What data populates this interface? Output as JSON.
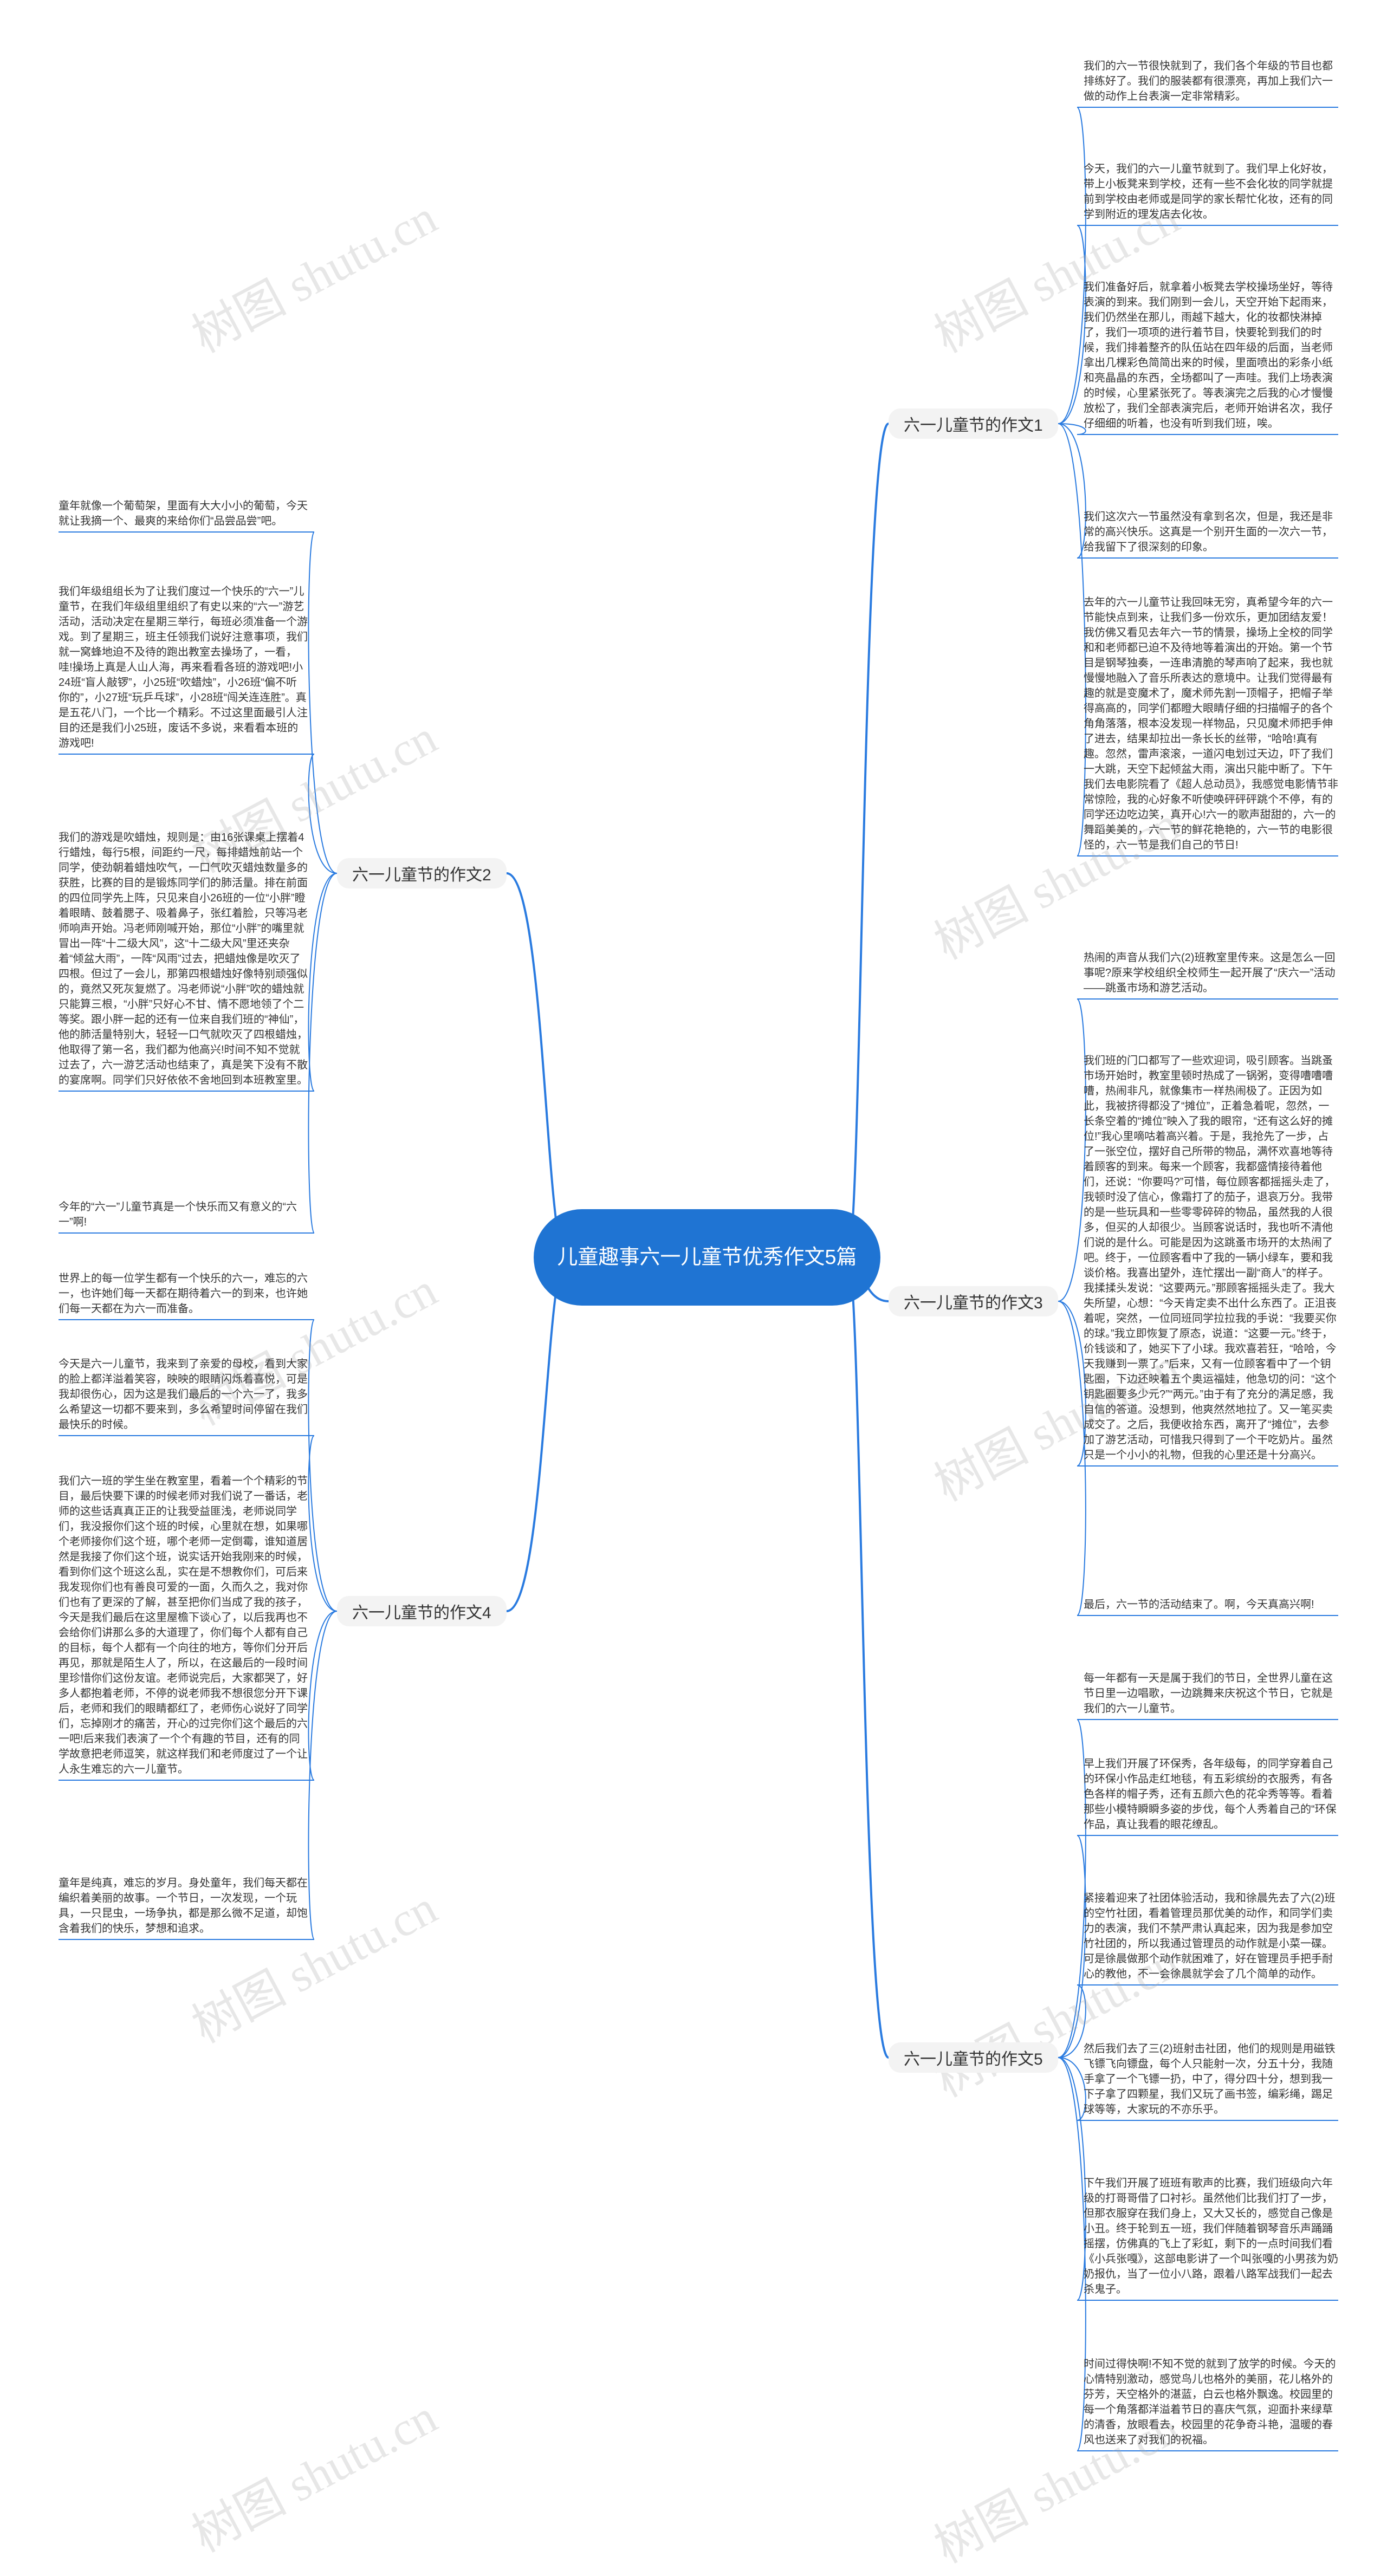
{
  "root": {
    "title": "儿童趣事六一儿童节优秀作文5篇"
  },
  "watermark": "树图 shutu.cn",
  "colors": {
    "root_bg": "#1f74d3",
    "edge": "#2a7be0",
    "branch_bg": "#f3f3f3"
  },
  "branches": [
    {
      "label": "六一儿童节的作文1",
      "leaves": [
        "我们的六一节很快就到了，我们各个年级的节目也都排练好了。我们的服装都有很漂亮，再加上我们六一做的动作上台表演一定非常精彩。",
        "今天，我们的六一儿童节就到了。我们早上化好妆，带上小板凳来到学校，还有一些不会化妆的同学就提前到学校由老师或是同学的家长帮忙化妆，还有的同学到附近的理发店去化妆。",
        "我们准备好后，就拿着小板凳去学校操场坐好，等待表演的到来。我们刚到一会儿，天空开始下起雨来，我们仍然坐在那儿，雨越下越大，化的妆都快淋掉了，我们一项项的进行着节目，快要轮到我们的时候，我们排着整齐的队伍站在四年级的后面，当老师拿出几棵彩色简简出来的时候，里面喷出的彩条小纸和亮晶晶的东西，全场都叫了一声哇。我们上场表演的时候，心里紧张死了。等表演完之后我的心才慢慢放松了，我们全部表演完后，老师开始讲名次，我仔仔细细的听着，也没有听到我们班，唉。",
        "我们这次六一节虽然没有拿到名次，但是，我还是非常的高兴快乐。这真是一个别开生面的一次六一节，给我留下了很深刻的印象。",
        "去年的六一儿童节让我回味无穷，真希望今年的六一节能快点到来，让我们多一份欢乐，更加团结友爱！我仿佛又看见去年六一节的情景，操场上全校的同学和和老师都已迫不及待地等着演出的开始。第一个节目是钢琴独奏，一连串清脆的琴声响了起来，我也就慢慢地融入了音乐所表达的意境中。让我们觉得最有趣的就是变魔术了，魔术师先割一顶帽子，把帽子举得高高的，同学们都瞪大眼睛仔细的扫描帽子的各个角角落落，根本没发现一样物品，只见魔术师把手伸了进去，结果却拉出一条长长的丝带，“哈哈!真有趣。忽然，雷声滚滚，一道闪电划过天边，吓了我们一大跳，天空下起倾盆大雨，演出只能中断了。下午我们去电影院看了《超人总动员》，我感觉电影情节非常惊险，我的心好象不听使唤砰砰砰跳个不停，有的同学还边吃边笑，真开心!六一的歌声甜甜的，六一的舞蹈美美的，六一节的鲜花艳艳的，六一节的电影很怪的，六一节是我们自己的节日!"
      ]
    },
    {
      "label": "六一儿童节的作文2",
      "leaves": [
        "童年就像一个葡萄架，里面有大大小小的葡萄，今天就让我摘一个、最爽的来给你们“品尝品尝”吧。",
        "我们年级组组长为了让我们度过一个快乐的“六一”儿童节，在我们年级组里组织了有史以来的“六一”游艺活动，活动决定在星期三举行，每班必须准备一个游戏。到了星期三，班主任领我们说好注意事项，我们就一窝蜂地迫不及待的跑出教室去操场了，一看，哇!操场上真是人山人海，再来看看各班的游戏吧!小24班“盲人敲锣”，小25班“吹蜡烛”，小26班“偏不听你的”，小27班“玩乒乓球”，小28班“闯关连连胜”。真是五花八门，一个比一个精彩。不过这里面最引人注目的还是我们小25班，废话不多说，来看看本班的游戏吧!",
        "我们的游戏是吹蜡烛，规则是：由16张课桌上摆着4行蜡烛，每行5根，间距约一尺，每排蜡烛前站一个同学，使劲朝着蜡烛吹气，一口气吹灭蜡烛数量多的获胜，比赛的目的是锻炼同学们的肺活量。排在前面的四位同学先上阵，只见来自小26班的一位“小胖”瞪着眼睛、鼓着腮子、吸着鼻子，张红着脸，只等冯老师响声开始。冯老师刚喊开始，那位“小胖”的嘴里就冒出一阵“十二级大风”，这“十二级大风”里还夹杂着“倾盆大雨”，一阵“风雨”过去，把蜡烛像是吹灭了四根。但过了一会儿，那第四根蜡烛好像特别顽强似的，竟然又死灰复燃了。冯老师说“小胖”吹的蜡烛就只能算三根，“小胖”只好心不甘、情不愿地领了个二等奖。跟小胖一起的还有一位来自我们班的“神仙”，他的肺活量特别大，轻轻一口气就吹灭了四根蜡烛，他取得了第一名，我们都为他高兴!时间不知不觉就过去了，六一游艺活动也结束了，真是笑下没有不散的宴席啊。同学们只好依依不舍地回到本班教室里。",
        "今年的“六一”儿童节真是一个快乐而又有意义的“六一”啊!"
      ]
    },
    {
      "label": "六一儿童节的作文3",
      "leaves": [
        "热闹的声音从我们六(2)班教室里传来。这是怎么一回事呢?原来学校组织全校师生一起开展了“庆六一”活动——跳蚤市场和游艺活动。",
        "我们班的门口都写了一些欢迎词，吸引顾客。当跳蚤市场开始时，教室里顿时热成了一锅粥，变得嘈嘈嘈嘈，热闹非凡，就像集市一样热闹极了。正因为如此，我被挤得都没了“摊位”，正着急着呢，忽然，一长条空着的“摊位”映入了我的眼帘，“还有这么好的摊位!”我心里嘀咕着高兴着。于是，我抢先了一步，占了一张空位，摆好自己所带的物品，满怀欢喜地等待着顾客的到来。每来一个顾客，我都盛情接待着他们，还说：“你要吗?”可惜，每位顾客都摇摇头走了，我顿时没了信心，像霜打了的茄子，退哀万分。我带的是一些玩具和一些零零碎碎的物品，虽然我的人很多，但买的人却很少。当顾客说话时，我也听不清他们说的是什么。可能是因为这跳蚤市场开的太热闹了吧。终于，一位顾客看中了我的一辆小绿车，要和我谈价格。我喜出望外，连忙摆出一副“商人”的样子。我揉揉头发说：“这要两元。”那顾客摇摇头走了。我大失所望，心想：“今天肯定卖不出什么东西了。正沮丧着呢，突然，一位同班同学拉拉我的手说：“我要买你的球。”我立即恢复了原态，说道：“这要一元。”终于，价钱谈和了，她买下了小球。我欢喜若狂，“哈哈，今天我赚到一票了。”后来，又有一位顾客看中了一个钥匙圈，下边还映着五个奥运福娃，他急切的问：“这个钥匙圈要多少元?”“两元。”由于有了充分的满足感，我自信的答道。没想到，他爽然然地拉了。又一笔买卖成交了。之后，我便收拾东西，离开了“摊位”，去参加了游艺活动，可惜我只得到了一个干吃奶片。虽然只是一个小小的礼物，但我的心里还是十分高兴。",
        "最后，六一节的活动结束了。啊，今天真高兴啊!"
      ]
    },
    {
      "label": "六一儿童节的作文4",
      "leaves": [
        "世界上的每一位学生都有一个快乐的六一，难忘的六一，也许她们每一天都在期待着六一的到来，也许她们每一天都在为六一而准备。",
        "今天是六一儿童节，我来到了亲爱的母校，看到大家的脸上都洋溢着笑容，映映的眼睛闪烁着喜悦，可是我却很伤心，因为这是我们最后的一个六一了，我多么希望这一切都不要来到，多么希望时间停留在我们最快乐的时候。",
        "我们六一班的学生坐在教室里，看着一个个精彩的节目，最后快要下课的时候老师对我们说了一番话，老师的这些话真真正正的让我受益匪浅，老师说同学们，我没报你们这个班的时候，心里就在想，如果哪个老师接你们这个班，哪个老师一定倒霉，谁知道居然是我接了你们这个班，说实话开始我刚来的时候，看到你们这个班这么乱，实在是不想教你们，可后来我发现你们也有善良可爱的一面，久而久之，我对你们也有了更深的了解，甚至把你们当成了我的孩子，今天是我们最后在这里屋檐下谈心了，以后我再也不会给你们讲那么多的大道理了，你们每个人都有自己的目标，每个人都有一个向往的地方，等你们分开后再见，那就是陌生人了，所以，在这最后的一段时间里珍惜你们这份友谊。老师说完后，大家都哭了，好多人都抱着老师，不停的说老师我不想很您分开下课后，老师和我们的眼睛都红了，老师伤心说好了同学们，忘掉刚才的痛苦，开心的过完你们这个最后的六一吧!后来我们表演了一个个有趣的节目，还有的同学故意把老师逗笑，就这样我们和老师度过了一个让人永生难忘的六一儿童节。",
        "童年是纯真，难忘的岁月。身处童年，我们每天都在编织着美丽的故事。一个节日，一次发现，一个玩具，一只昆虫，一场争执，都是那么微不足道，却饱含着我们的快乐，梦想和追求。"
      ]
    },
    {
      "label": "六一儿童节的作文5",
      "leaves": [
        "每一年都有一天是属于我们的节日，全世界儿童在这节日里一边唱歌，一边跳舞来庆祝这个节日，它就是我们的六一儿童节。",
        "早上我们开展了环保秀，各年级每，的同学穿着自己的环保小作品走红地毯，有五彩缤纷的衣服秀，有各色各样的帽子秀，还有五颜六色的花伞秀等等。看着那些小模特瞬瞬多姿的步伐，每个人秀着自己的“环保作品，真让我看的眼花缭乱。",
        "紧接着迎来了社团体验活动，我和徐晨先去了六(2)班的空竹社团，看着管理员那优美的动作，和同学们卖力的表演，我们不禁严肃认真起来，因为我是参加空竹社团的，所以我通过管理员的动作就是小菜一碟。可是徐晨做那个动作就困难了，好在管理员手把手耐心的教他，不一会徐晨就学会了几个简单的动作。",
        "然后我们去了三(2)班射击社团，他们的规则是用磁铁飞镖飞向镖盘，每个人只能射一次，分五十分，我随手拿了一个飞镖一扔，中了，得分四十分，想到我一下子拿了四颗星，我们又玩了画书签，编彩绳，踢足球等等，大家玩的不亦乐乎。",
        "下午我们开展了班班有歌声的比赛，我们班级向六年级的打哥哥借了口衬衫。虽然他们比我们打了一步，但那衣服穿在我们身上，又大又长的，感觉自己像是小丑。终于轮到五一班，我们伴随着钢琴音乐声踊踊摇摆，仿佛真的飞上了彩虹，剩下的一点时间我们看《小兵张嘎》，这部电影讲了一个叫张嘎的小男孩为奶奶报仇，当了一位小八路，跟着八路军战我们一起去杀鬼子。",
        "时间过得快啊!不知不觉的就到了放学的时候。今天的心情特别激动，感觉鸟儿也格外的美丽，花儿格外的芬芳，天空格外的湛蓝，白云也格外飘逸。校园里的每一个角落都洋溢着节日的喜庆气氛，迎面扑来绿草的清香，放眼看去，校园里的花争奇斗艳，温暖的春风也送来了对我们的祝福。"
      ]
    }
  ]
}
